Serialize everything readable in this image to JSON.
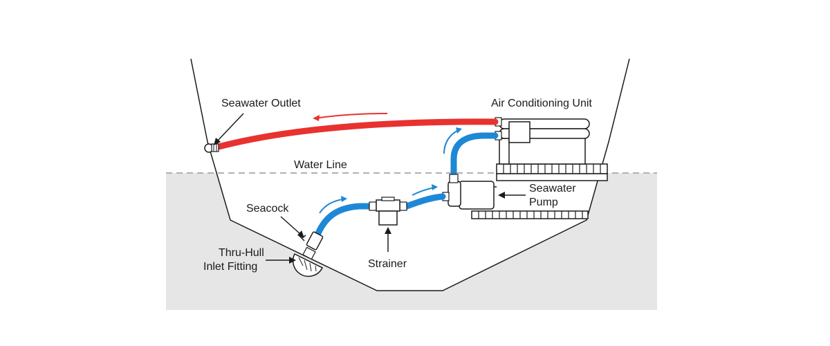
{
  "labels": {
    "seawater_outlet": "Seawater Outlet",
    "air_conditioning_unit": "Air Conditioning Unit",
    "water_line": "Water Line",
    "seawater_pump_line1": "Seawater",
    "seawater_pump_line2": "Pump",
    "seacock": "Seacock",
    "thru_hull_line1": "Thru-Hull",
    "thru_hull_line2": "Inlet Fitting",
    "strainer": "Strainer"
  },
  "colors": {
    "hot_water": "#e8322f",
    "cold_water": "#1e88d6",
    "sea": "#e6e6e6",
    "outline": "#1a1a1a",
    "water_line": "#b0b0b0"
  }
}
